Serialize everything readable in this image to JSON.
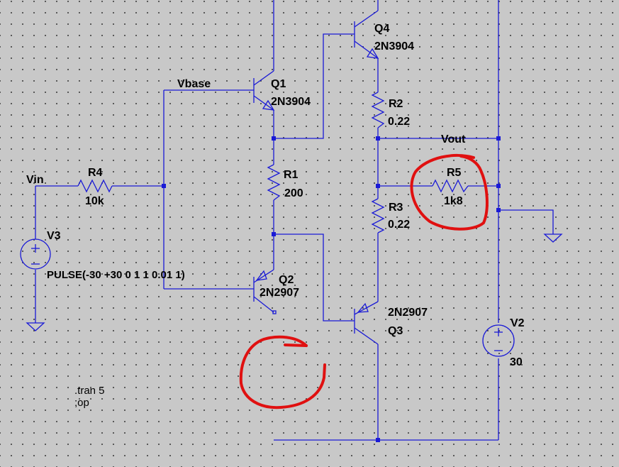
{
  "nets": {
    "vin": "Vin",
    "vbase": "Vbase",
    "vout": "Vout"
  },
  "components": {
    "q1": {
      "ref": "Q1",
      "model": "2N3904"
    },
    "q2": {
      "ref": "Q2",
      "model": "2N2907"
    },
    "q3": {
      "ref": "Q3",
      "model": "2N2907"
    },
    "q4": {
      "ref": "Q4",
      "model": "2N3904"
    },
    "r1": {
      "ref": "R1",
      "value": "200"
    },
    "r2": {
      "ref": "R2",
      "value": "0.22"
    },
    "r3": {
      "ref": "R3",
      "value": "0.22"
    },
    "r4": {
      "ref": "R4",
      "value": "10k"
    },
    "r5": {
      "ref": "R5",
      "value": "1k8"
    },
    "v2": {
      "ref": "V2",
      "value": "30"
    },
    "v3": {
      "ref": "V3",
      "value": "PULSE(-30 +30 0 1 1 0.01 1)"
    }
  },
  "directives": {
    "tran": ".tran 5",
    "op": ";op"
  },
  "colors": {
    "wire": "#1a1ad6",
    "annotation": "#e01010",
    "background": "#c8c8c8"
  }
}
